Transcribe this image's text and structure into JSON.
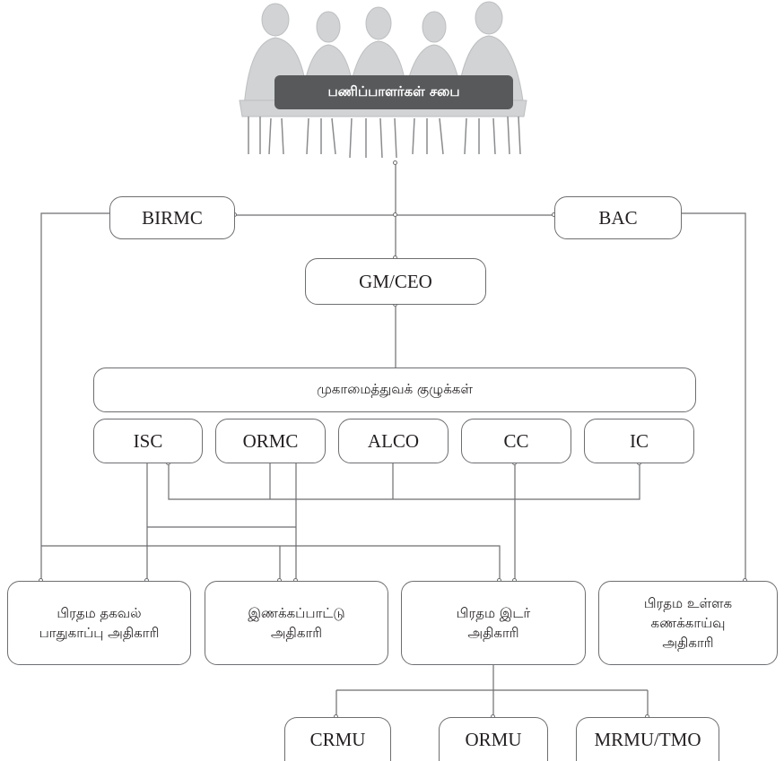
{
  "colors": {
    "line": "#6d6e71",
    "silhouette": "#d1d3d4",
    "label_bg": "#58595b"
  },
  "board": {
    "label": "பணிப்பாளர்கள் சபை",
    "icon": "meeting-people-silhouette-icon"
  },
  "committees_top": {
    "left": "BIRMC",
    "right": "BAC"
  },
  "ceo": "GM/CEO",
  "management": {
    "title": "முகாமைத்துவக் குழுக்கள்",
    "committees": [
      "ISC",
      "ORMC",
      "ALCO",
      "CC",
      "IC"
    ]
  },
  "officers": [
    [
      "பிரதம தகவல்",
      "பாதுகாப்பு அதிகாரி"
    ],
    [
      "இணக்கப்பாட்டு",
      "அதிகாரி"
    ],
    [
      "பிரதம இடர்",
      "அதிகாரி"
    ],
    [
      "பிரதம உள்ளக",
      "கணக்காய்வு",
      "அதிகாரி"
    ]
  ],
  "units": [
    "CRMU",
    "ORMU",
    "MRMU/TMO"
  ]
}
